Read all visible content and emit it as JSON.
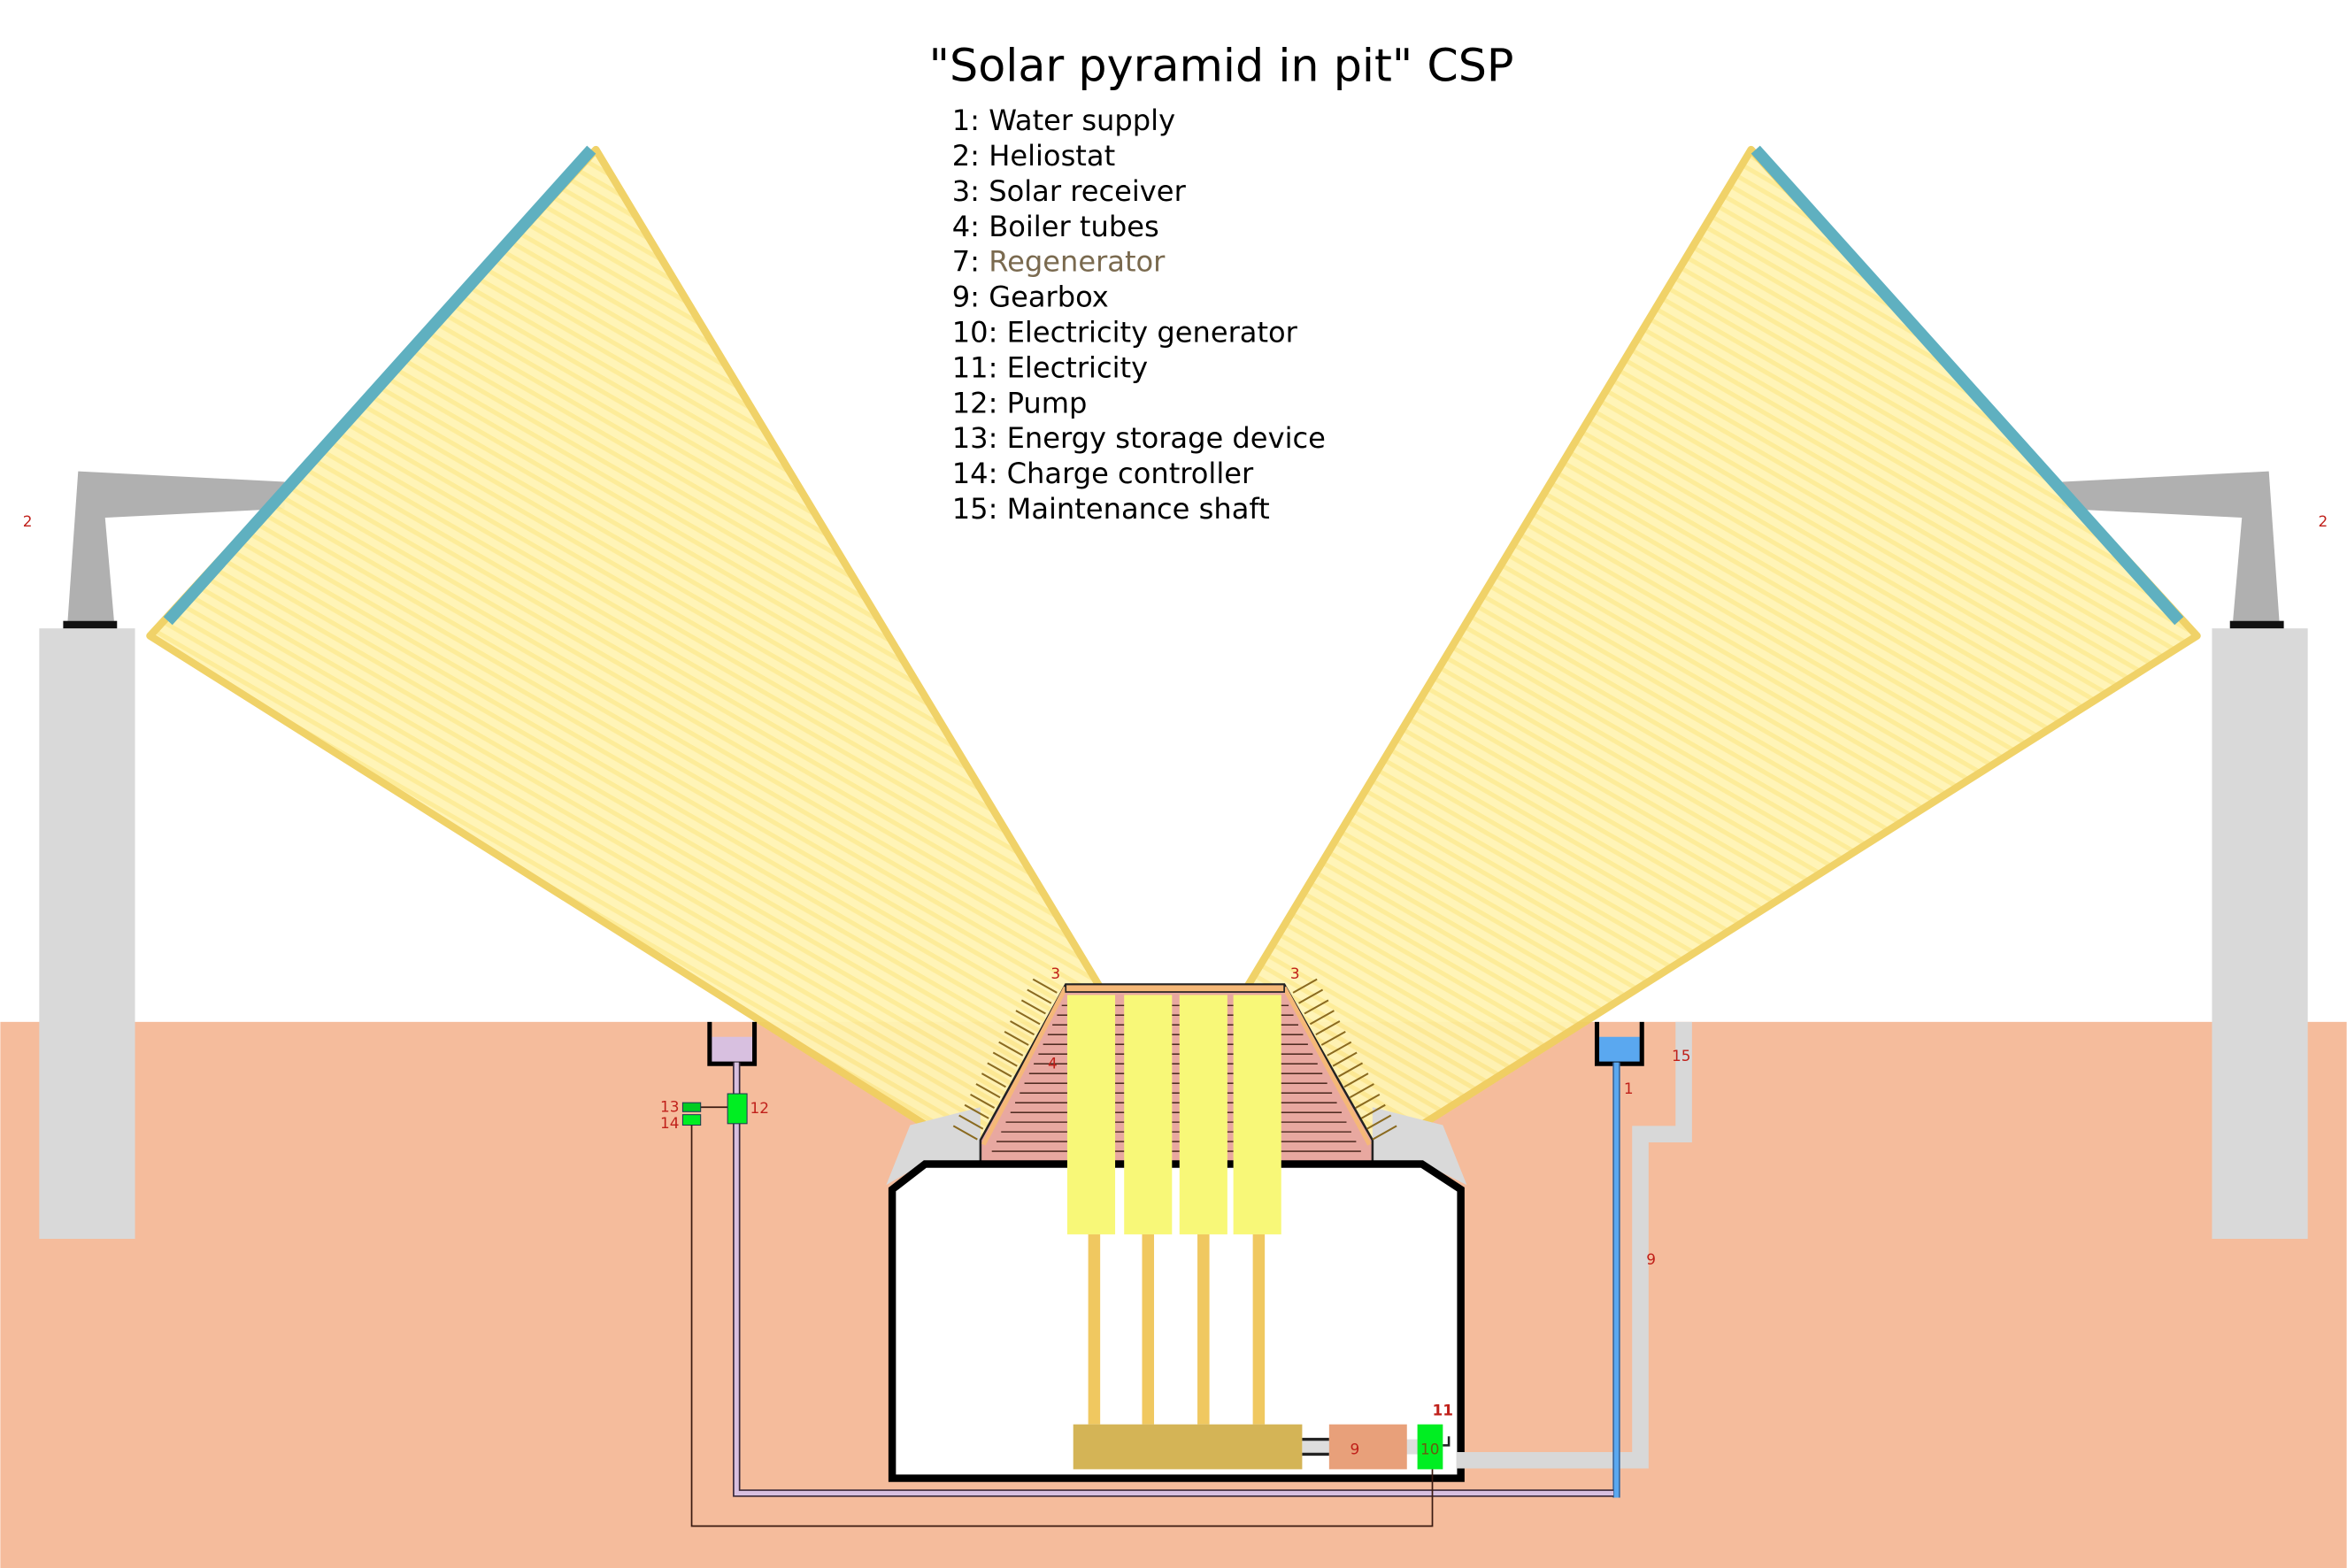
{
  "title": "\"Solar pyramid in pit\" CSP",
  "legend": [
    {
      "text": "1: Water supply",
      "color": "#000000"
    },
    {
      "text": "2: Heliostat",
      "color": "#000000"
    },
    {
      "text": "3: Solar receiver",
      "color": "#000000"
    },
    {
      "text": "4: Boiler tubes",
      "color": "#000000"
    },
    {
      "text": "7: ",
      "extra": "Regenerator",
      "color": "#000000",
      "extra_color": "#7a6a4f"
    },
    {
      "text": "9: Gearbox",
      "color": "#000000"
    },
    {
      "text": "10: Electricity generator",
      "color": "#000000"
    },
    {
      "text": "11: Electricity",
      "color": "#000000"
    },
    {
      "text": "12: Pump",
      "color": "#000000"
    },
    {
      "text": "13: Energy storage device",
      "color": "#000000"
    },
    {
      "text": "14: Charge controller",
      "color": "#000000"
    },
    {
      "text": "15: Maintenance shaft",
      "color": "#000000"
    }
  ],
  "labels": {
    "heliostat_left": "2",
    "heliostat_right": "2",
    "receiver_left": "3",
    "receiver_right": "3",
    "boiler": "4",
    "gearbox": "9",
    "generator": "10",
    "electricity": "11",
    "pump": "12",
    "storage": "13",
    "controller": "14",
    "shaft": "15",
    "water": "1",
    "shaft_gear": "9"
  },
  "colors": {
    "ground": "#f5bc9c",
    "pillar": "#d9d9d9",
    "mirror": "#5fb0c0",
    "beam": "#fff3a8",
    "receiver": "#e8a8a0",
    "boiler_column": "#f8f878",
    "green": "#00ee22",
    "water": "#5aa8f0",
    "purple": "#d8c0e0"
  }
}
